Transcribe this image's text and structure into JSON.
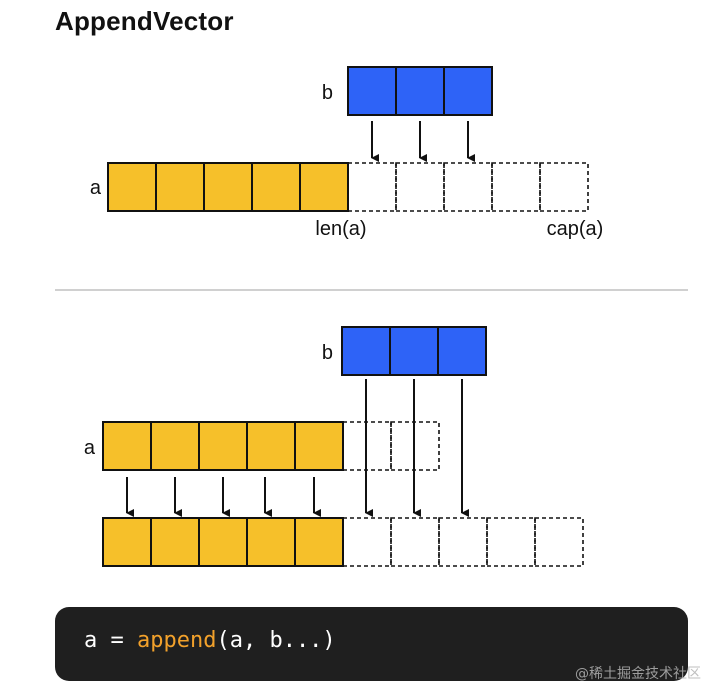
{
  "title": "AppendVector",
  "colors": {
    "a_fill": "#f6c02a",
    "b_fill": "#2e63f7",
    "outline": "#111111",
    "divider": "#d0d0d0",
    "code_bg": "#1f1f1f",
    "code_fn": "#f2a12b"
  },
  "top": {
    "label_a": "a",
    "label_b": "b",
    "label_len": "len(a)",
    "label_cap": "cap(a)"
  },
  "bottom": {
    "label_a": "a",
    "label_b": "b"
  },
  "code": {
    "prefix": "a = ",
    "fn": "append",
    "suffix": "(a, b...)"
  },
  "watermark": "@稀土掘金技术社区"
}
